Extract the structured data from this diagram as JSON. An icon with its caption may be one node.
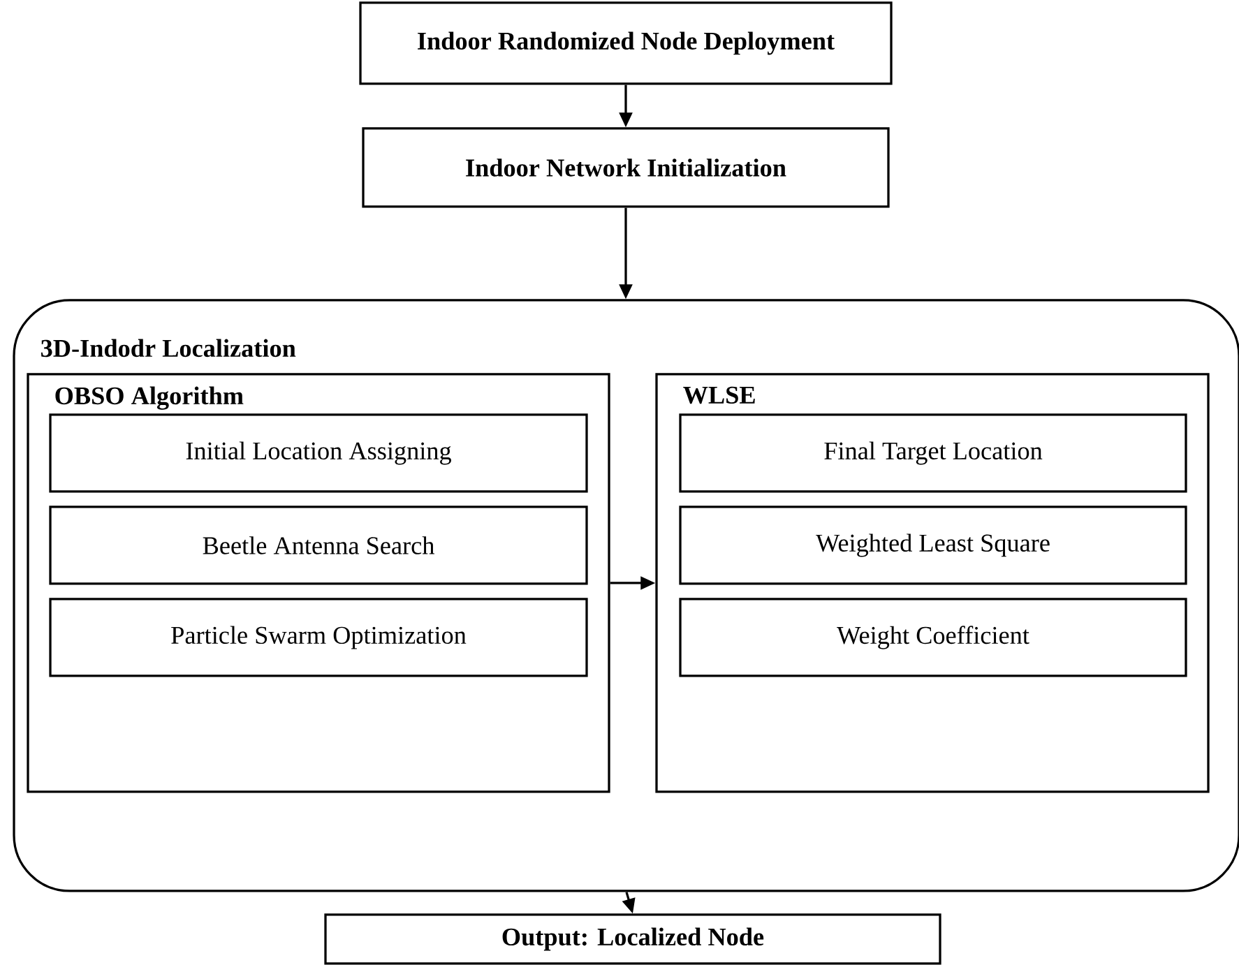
{
  "diagram": {
    "nodes": [
      {
        "text": [
          "Indoor Randomized Node Deployment"
        ]
      },
      {
        "text": [
          "Indoor Network Initialization"
        ]
      },
      {
        "text": [
          "3D-Indodr Localization"
        ]
      },
      {
        "text": [
          "OBSO Algorithm"
        ],
        "in": 2
      },
      {
        "text": [
          "Initial Location Assigning"
        ],
        "in": 3
      },
      {
        "text": [
          "Beetle Antenna Search"
        ],
        "in": 3
      },
      {
        "text": [
          "Particle Swarm Optimization"
        ],
        "in": 3
      },
      {
        "text": [
          "WLSE"
        ],
        "in": 2
      },
      {
        "text": [
          "Final Target Location"
        ],
        "in": 7
      },
      {
        "text": [
          "Weighted Least Square"
        ],
        "in": 7
      },
      {
        "text": [
          "Weight Coefficient"
        ],
        "in": 7
      },
      {
        "text": [
          "Output: Localized Node"
        ]
      }
    ],
    "edges": [
      {
        "from": 0,
        "to": 1,
        "arrow": "to"
      },
      {
        "from": 1,
        "to": 2,
        "arrow": "to"
      },
      {
        "from": 3,
        "to": 7,
        "arrow": "to"
      },
      {
        "from": 2,
        "to": 11,
        "arrow": "to"
      }
    ]
  }
}
